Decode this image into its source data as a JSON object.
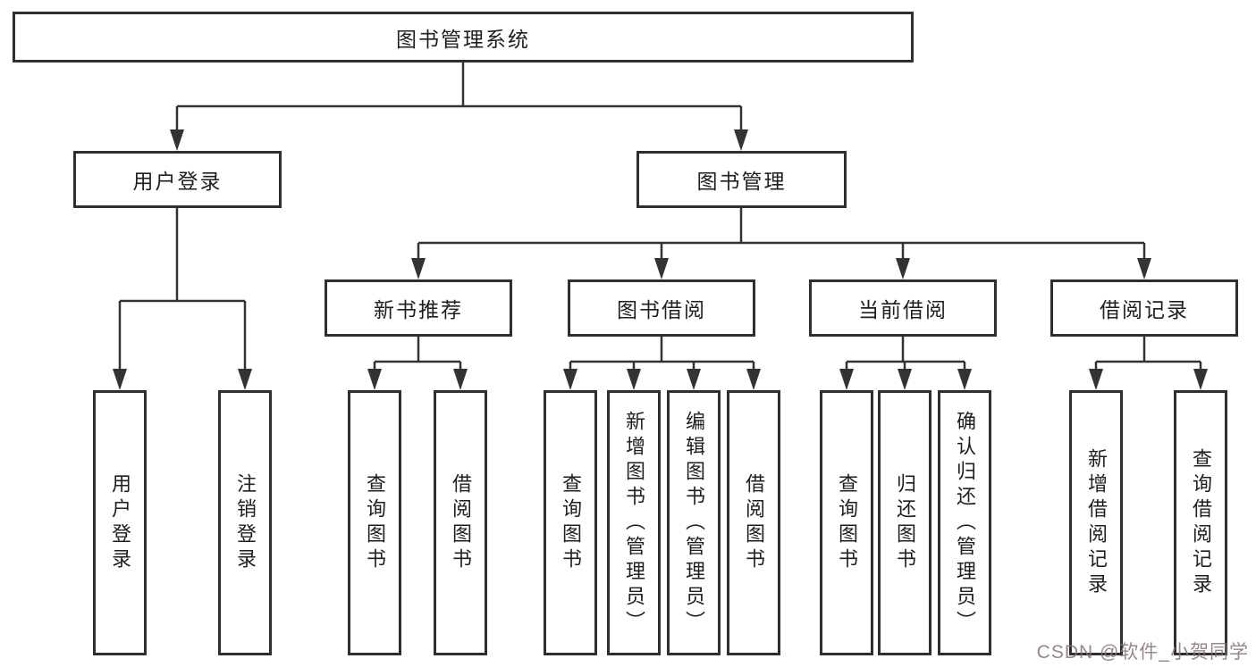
{
  "diagram": {
    "root": {
      "label": "图书管理系统"
    },
    "branches": [
      {
        "label": "用户登录"
      },
      {
        "label": "图书管理"
      }
    ],
    "modules": [
      {
        "label": "新书推荐"
      },
      {
        "label": "图书借阅"
      },
      {
        "label": "当前借阅"
      },
      {
        "label": "借阅记录"
      }
    ],
    "leaves": [
      {
        "label": "用户登录"
      },
      {
        "label": "注销登录"
      },
      {
        "label": "查询图书"
      },
      {
        "label": "借阅图书"
      },
      {
        "label": "查询图书"
      },
      {
        "label": "新增图书（管理员）"
      },
      {
        "label": "编辑图书（管理员）"
      },
      {
        "label": "借阅图书"
      },
      {
        "label": "查询图书"
      },
      {
        "label": "归还图书"
      },
      {
        "label": "确认归还（管理员）"
      },
      {
        "label": "新增借阅记录"
      },
      {
        "label": "查询借阅记录"
      }
    ]
  },
  "watermark": {
    "text": "CSDN @软件_小贺同学"
  },
  "colors": {
    "line": "#333333",
    "box_border": "#2f2f2f",
    "text": "#1f1f1f",
    "watermark": "#837373",
    "background": "#ffffff"
  }
}
